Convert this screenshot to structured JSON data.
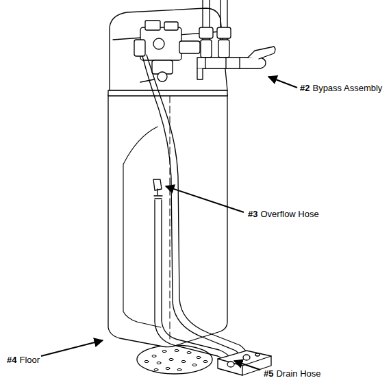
{
  "diagram": {
    "labels": [
      "#2",
      "Bypass Assembly",
      "#3",
      "Overflow Hose",
      "#4",
      "Floor",
      "#5",
      "Drain Hose"
    ]
  }
}
